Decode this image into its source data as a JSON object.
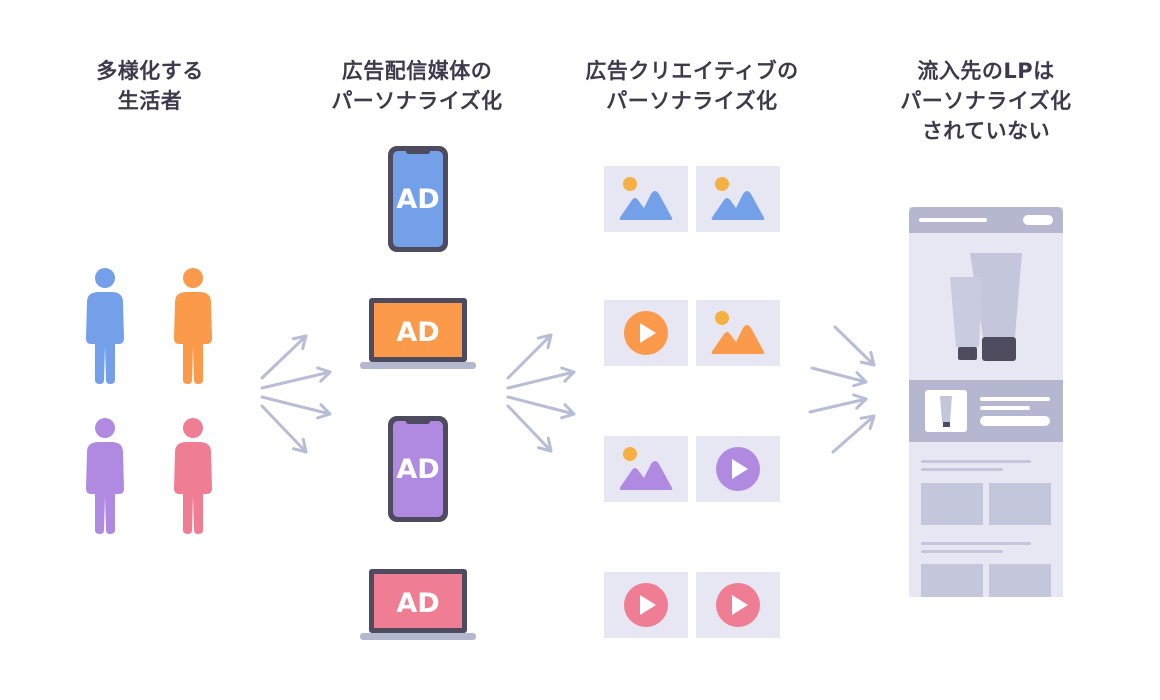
{
  "columns": [
    {
      "lines": [
        "多様化する",
        "生活者"
      ]
    },
    {
      "lines": [
        "広告配信媒体の",
        "パーソナライズ化"
      ]
    },
    {
      "lines": [
        "広告クリエイティブの",
        "パーソナライズ化"
      ]
    },
    {
      "lines": [
        "流入先のLPは",
        "パーソナライズ化",
        "されていない"
      ]
    }
  ],
  "ad_label": "AD",
  "icons": {
    "person": "person-icon",
    "phone": "smartphone-icon",
    "laptop": "laptop-icon",
    "image": "image-icon",
    "play": "play-icon",
    "arrow": "arrow-icon",
    "lp": "landing-page-icon"
  },
  "colors": {
    "blue": "#73a0e8",
    "orange": "#fb9a4b",
    "purple": "#b08ae0",
    "pink": "#ef7e94",
    "sun": "#f5b043",
    "card": "#e6e7f2",
    "arrow": "#b8bdd6",
    "dark": "#4d4b5d",
    "lp_bg": "#e6e7f2",
    "lp_header": "#b4b7cf",
    "lp_block": "#c4c7dc",
    "lp_dark": "#4d4b5d"
  }
}
